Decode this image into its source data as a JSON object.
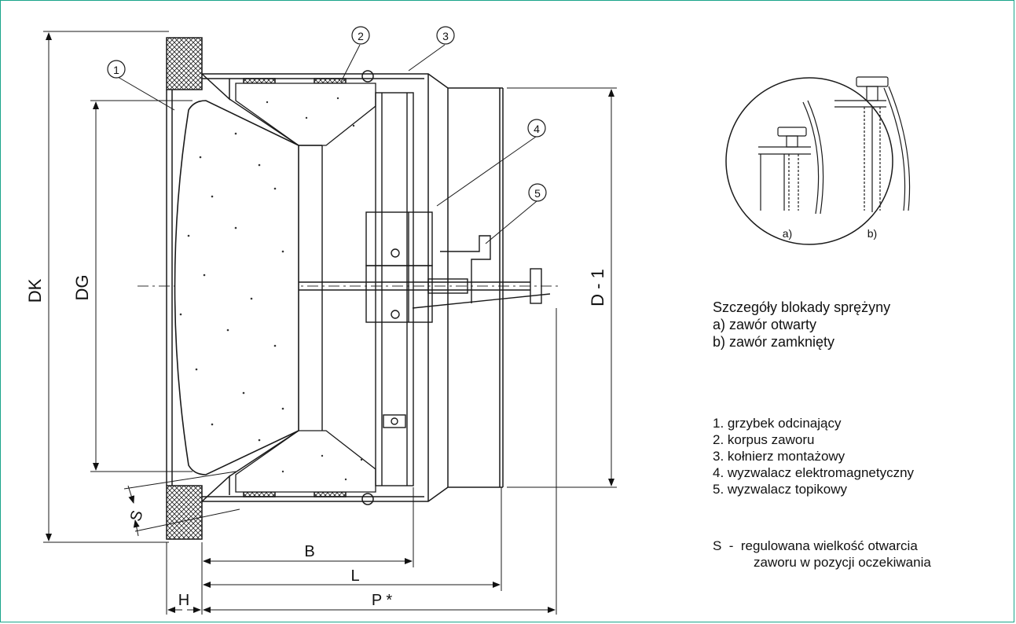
{
  "dimensions": {
    "dk": "DK",
    "dg": "DG",
    "d1": "D - 1",
    "s": "S",
    "b": "B",
    "l": "L",
    "p": "P *",
    "h": "H"
  },
  "callouts": [
    "1",
    "2",
    "3",
    "4",
    "5"
  ],
  "detail": {
    "label_a": "a)",
    "label_b": "b)",
    "title": "Szczegóły blokady sprężyny",
    "line_a": "a) zawór otwarty",
    "line_b": "b) zawór zamknięty"
  },
  "legend": [
    "1. grzybek odcinający",
    "2. korpus zaworu",
    "3. kołnierz montażowy",
    "4. wyzwalacz elektromagnetyczny",
    "5. wyzwalacz topikowy"
  ],
  "note": {
    "line1": "S  -  regulowana wielkość otwarcia",
    "line2": "zaworu w pozycji oczekiwania"
  },
  "colors": {
    "border": "#1aa58a",
    "line": "#1a1a1a"
  }
}
